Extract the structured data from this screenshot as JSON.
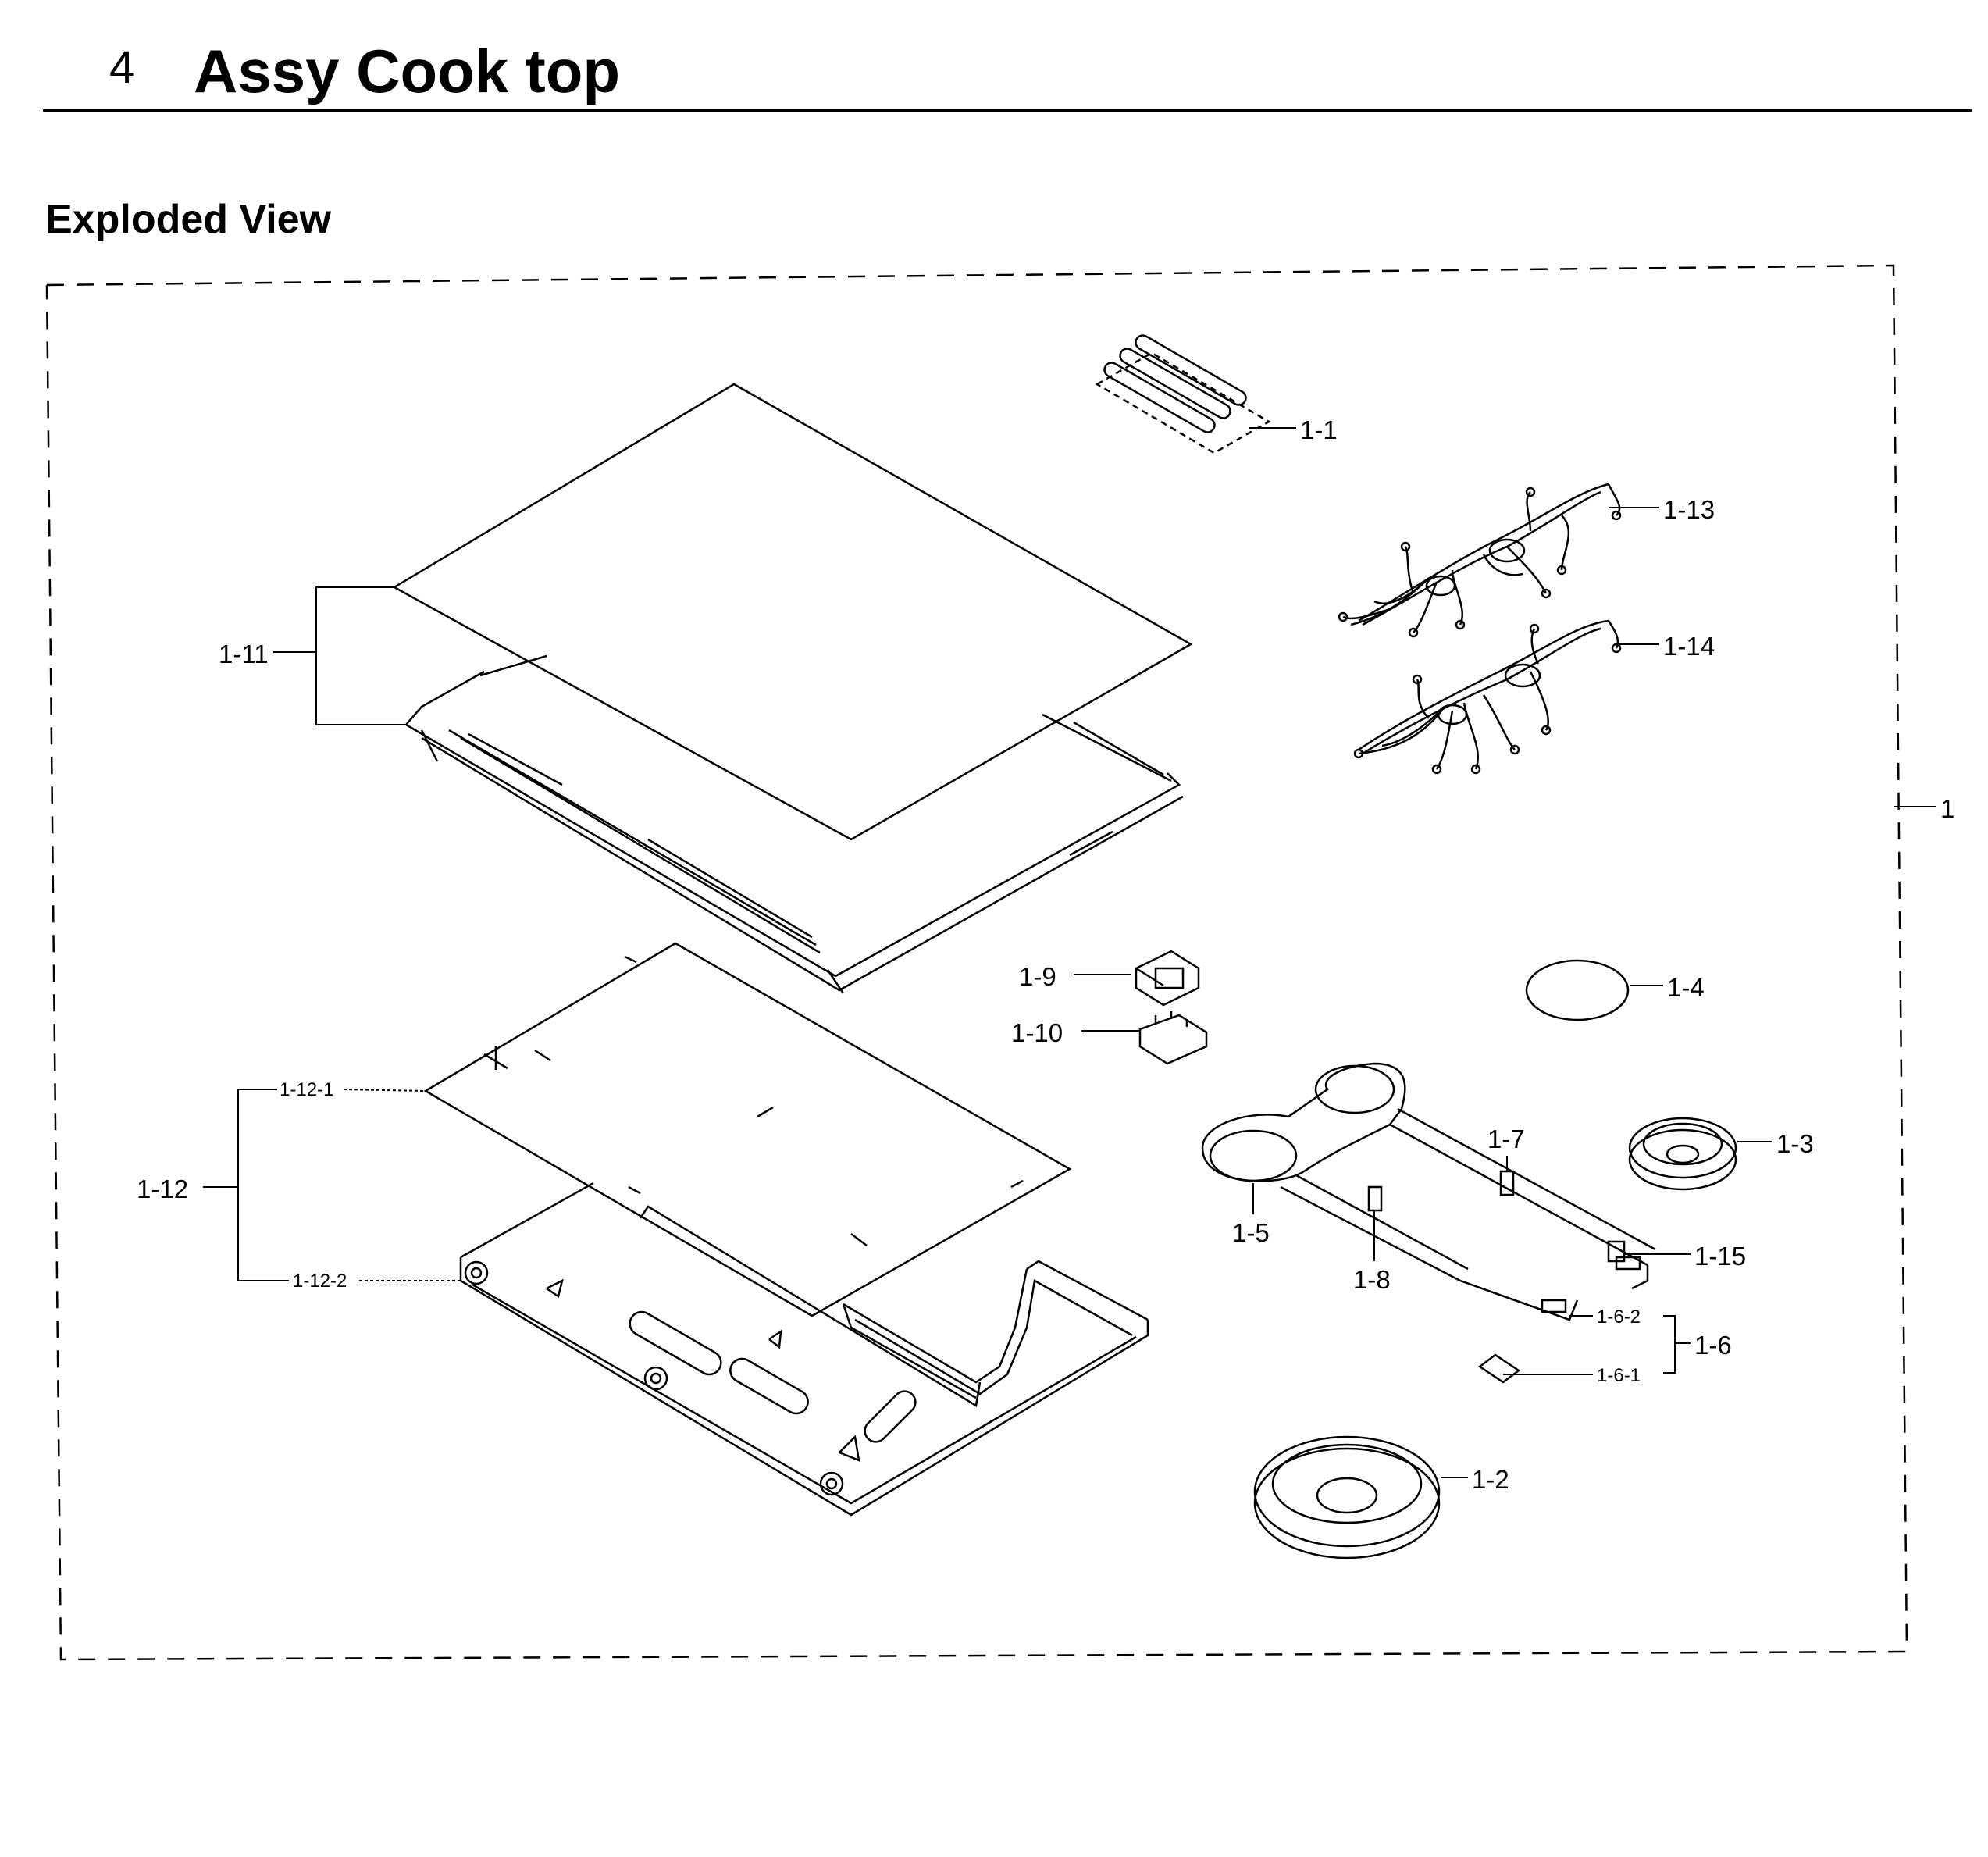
{
  "header": {
    "section_number": "4",
    "title": "Assy Cook top"
  },
  "subtitle": "Exploded View",
  "assembly_label": "1",
  "callouts": {
    "c1_1": "1-1",
    "c1_2": "1-2",
    "c1_3": "1-3",
    "c1_4": "1-4",
    "c1_5": "1-5",
    "c1_6": "1-6",
    "c1_6_1": "1-6-1",
    "c1_6_2": "1-6-2",
    "c1_7": "1-7",
    "c1_8": "1-8",
    "c1_9": "1-9",
    "c1_10": "1-10",
    "c1_11": "1-11",
    "c1_12": "1-12",
    "c1_12_1": "1-12-1",
    "c1_12_2": "1-12-2",
    "c1_13": "1-13",
    "c1_14": "1-14",
    "c1_15": "1-15"
  }
}
